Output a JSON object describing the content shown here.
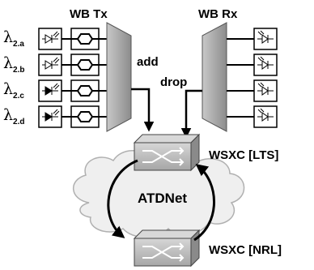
{
  "transmitter": {
    "title": "WB Tx",
    "channels": [
      {
        "symbol": "λ",
        "subscript": "2.a",
        "source": "led-outline"
      },
      {
        "symbol": "λ",
        "subscript": "2.b",
        "source": "led-outline"
      },
      {
        "symbol": "λ",
        "subscript": "2.c",
        "source": "led-filled"
      },
      {
        "symbol": "λ",
        "subscript": "2.d",
        "source": "led-filled"
      }
    ]
  },
  "receiver": {
    "title": "WB Rx",
    "channel_count": 4
  },
  "links": {
    "add_label": "add",
    "drop_label": "drop"
  },
  "network": {
    "name": "ATDNet",
    "nodes": [
      {
        "label": "WSXC [LTS]"
      },
      {
        "label": "WSXC [NRL]"
      }
    ]
  },
  "colors": {
    "mux_fill": "#a8a8a8",
    "switch_fill": "#b8b8b8",
    "cloud_fill": "#eeeeee",
    "line": "#000000"
  }
}
